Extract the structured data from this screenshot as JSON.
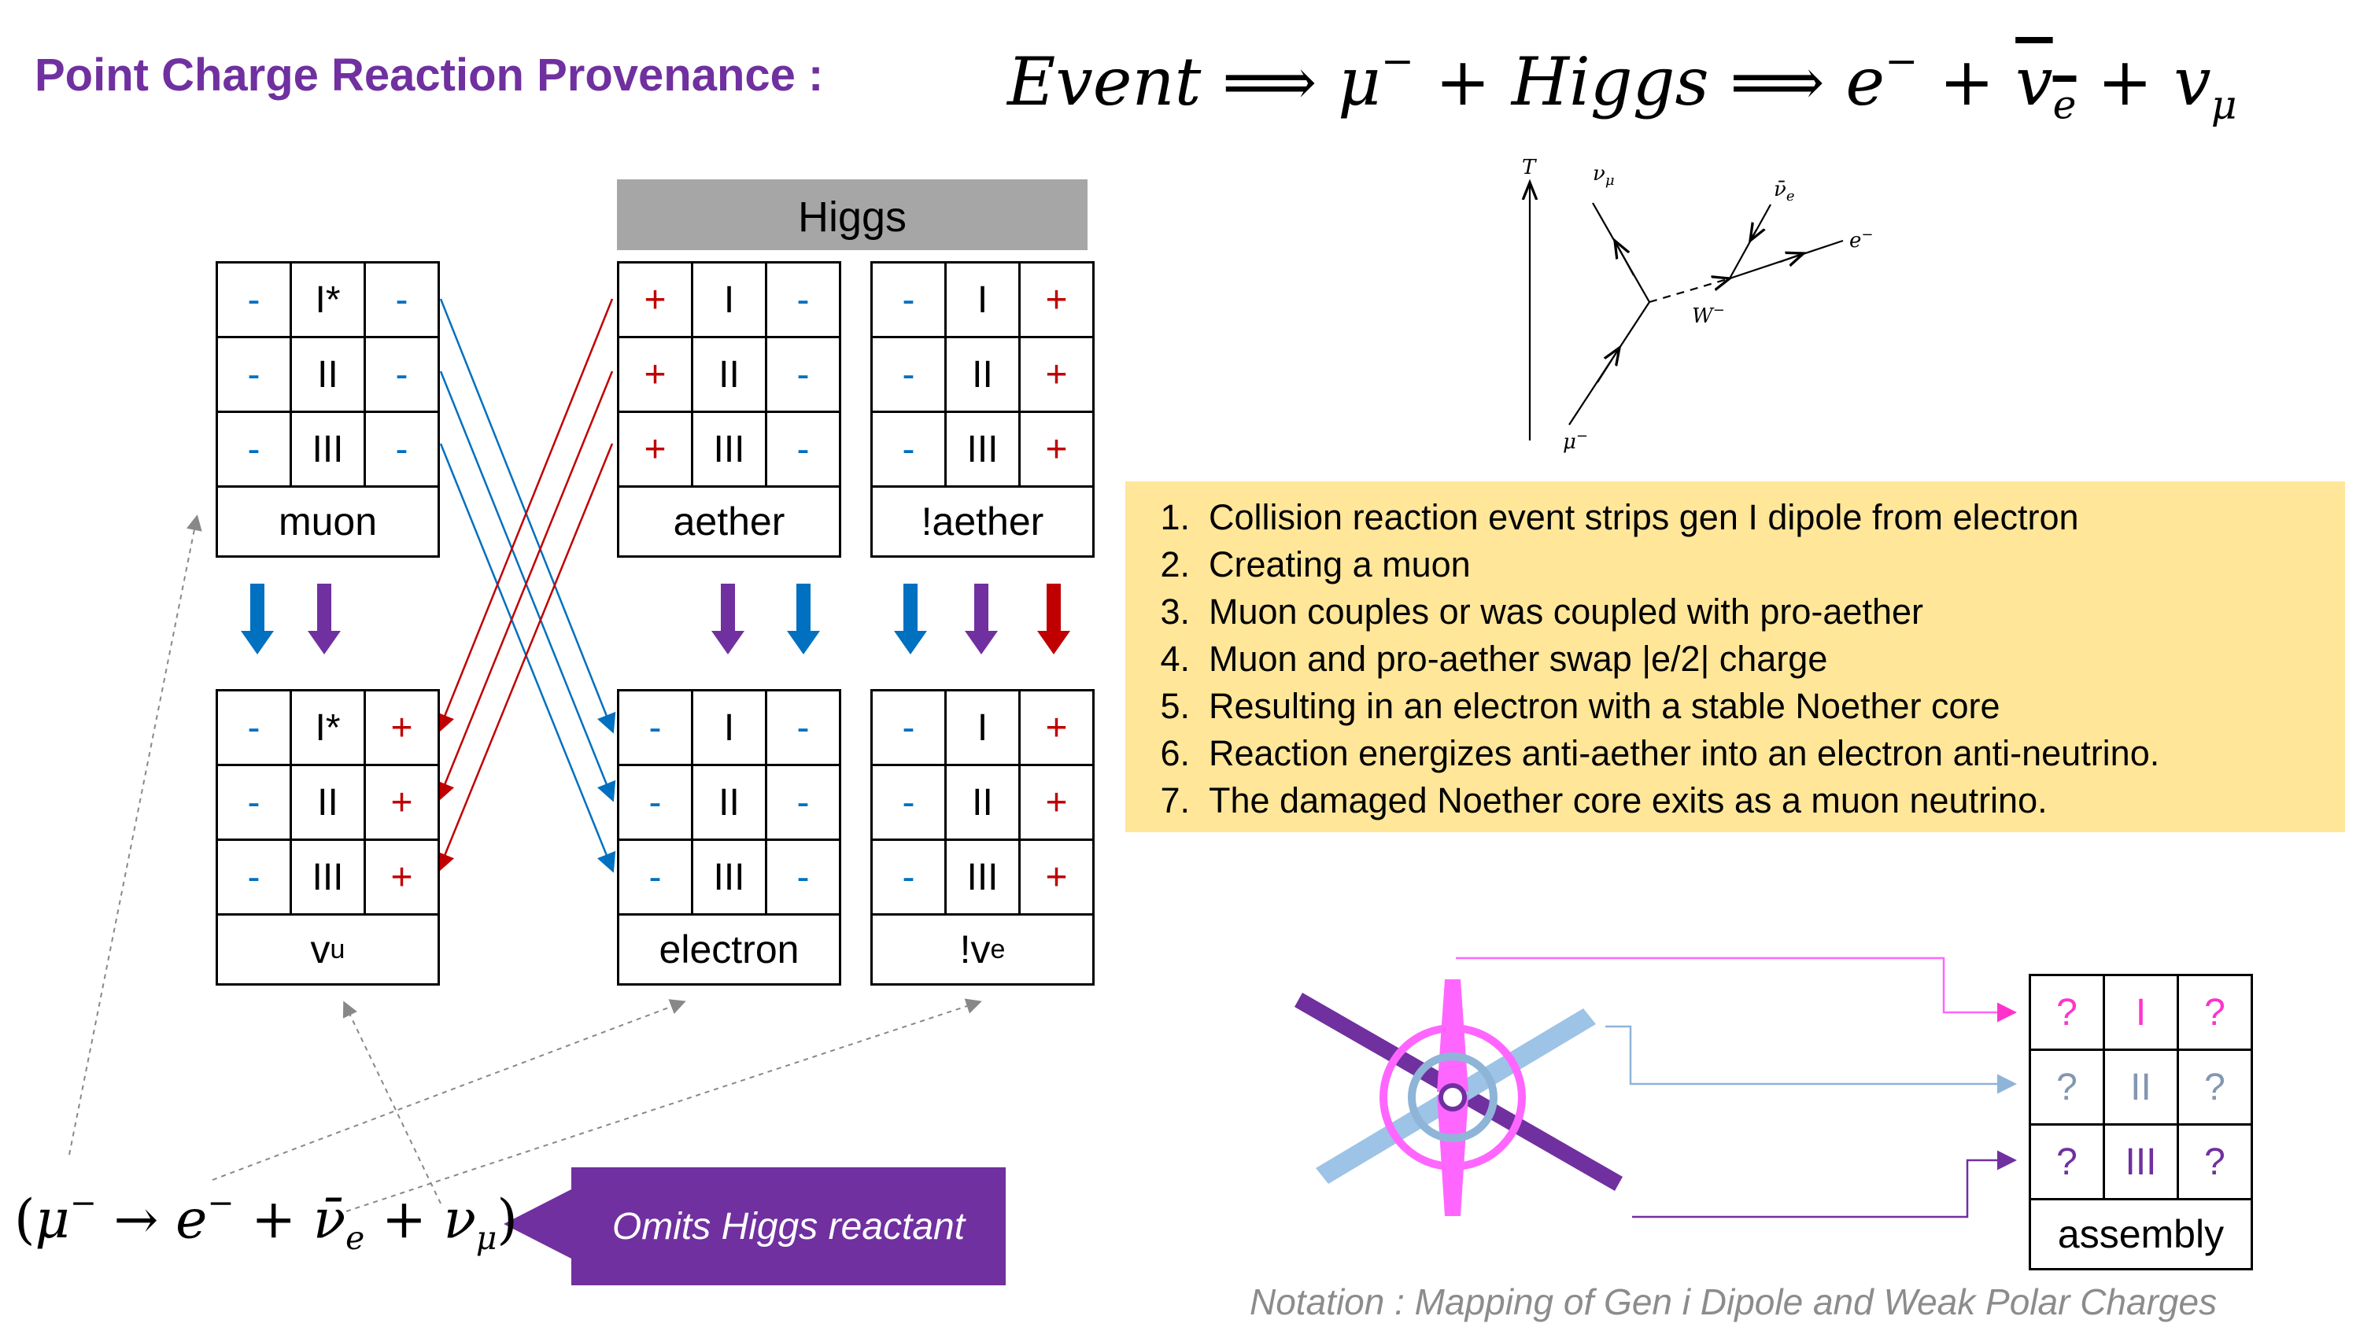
{
  "title": "Point Charge Reaction Provenance :",
  "equation": {
    "event": "Event",
    "implies": "⟹",
    "mu": "μ",
    "minus": "−",
    "plus": "+",
    "higgs": "Higgs",
    "e": "e",
    "nu": "v",
    "sub_e": "e",
    "sub_mu": "μ"
  },
  "higgs_banner": "Higgs",
  "grids": {
    "muon": {
      "label": "muon",
      "rows": [
        [
          "-",
          "I*",
          "-"
        ],
        [
          "-",
          "II",
          "-"
        ],
        [
          "-",
          "III",
          "-"
        ]
      ]
    },
    "aether": {
      "label": "aether",
      "rows": [
        [
          "+",
          "I",
          "-"
        ],
        [
          "+",
          "II",
          "-"
        ],
        [
          "+",
          "III",
          "-"
        ]
      ]
    },
    "not_aether": {
      "label": "!aether",
      "rows": [
        [
          "-",
          "I",
          "+"
        ],
        [
          "-",
          "II",
          "+"
        ],
        [
          "-",
          "III",
          "+"
        ]
      ]
    },
    "nu_u": {
      "label_main": "v",
      "label_sub": "u",
      "rows": [
        [
          "-",
          "I*",
          "+"
        ],
        [
          "-",
          "II",
          "+"
        ],
        [
          "-",
          "III",
          "+"
        ]
      ]
    },
    "electron": {
      "label": "electron",
      "rows": [
        [
          "-",
          "I",
          "-"
        ],
        [
          "-",
          "II",
          "-"
        ],
        [
          "-",
          "III",
          "-"
        ]
      ]
    },
    "not_nu_e": {
      "label_main": "!v",
      "label_sub": "e",
      "rows": [
        [
          "-",
          "I",
          "+"
        ],
        [
          "-",
          "II",
          "+"
        ],
        [
          "-",
          "III",
          "+"
        ]
      ]
    },
    "assembly": {
      "label": "assembly",
      "rows": [
        [
          "?",
          "I",
          "?"
        ],
        [
          "?",
          "II",
          "?"
        ],
        [
          "?",
          "III",
          "?"
        ]
      ]
    }
  },
  "feynman": {
    "t_axis": "T",
    "nu_mu": "ν",
    "nu_mu_sub": "μ",
    "nu_e_bar": "ν̄",
    "nu_e_sub": "e",
    "e_minus": "e",
    "e_sup": "−",
    "w": "W",
    "w_sup": "−",
    "mu_bottom": "μ",
    "mu_sup": "−"
  },
  "notes": [
    {
      "num": "1.",
      "text": "Collision reaction event strips gen I dipole from electron"
    },
    {
      "num": "2.",
      "text": "Creating a muon"
    },
    {
      "num": "3.",
      "text": "Muon couples or was coupled with pro-aether"
    },
    {
      "num": "4.",
      "text": "Muon and pro-aether swap |e/2| charge"
    },
    {
      "num": "5.",
      "text": "Resulting in an electron with a stable Noether core"
    },
    {
      "num": "6.",
      "text": "Reaction energizes anti-aether into an electron anti-neutrino."
    },
    {
      "num": "7.",
      "text": "The damaged Noether core exits as a muon neutrino."
    }
  ],
  "decay_equation": {
    "open": "(",
    "mu": "μ",
    "minus": "−",
    "arrow": "→",
    "e": "e",
    "plus": "+",
    "nu_bar": "ν̄",
    "sub_e": "e",
    "nu": "ν",
    "sub_mu": "μ",
    "close": ")"
  },
  "omits_label": "Omits Higgs reactant",
  "notation_caption": "Notation : Mapping of Gen i Dipole and Weak Polar Charges",
  "colors": {
    "title_purple": "#7030a0",
    "blue": "#0070c0",
    "red": "#c00000",
    "pink": "#ff66ff",
    "steel": "#8eb4d8",
    "note_bg": "#ffe699",
    "banner_gray": "#a6a6a6"
  }
}
